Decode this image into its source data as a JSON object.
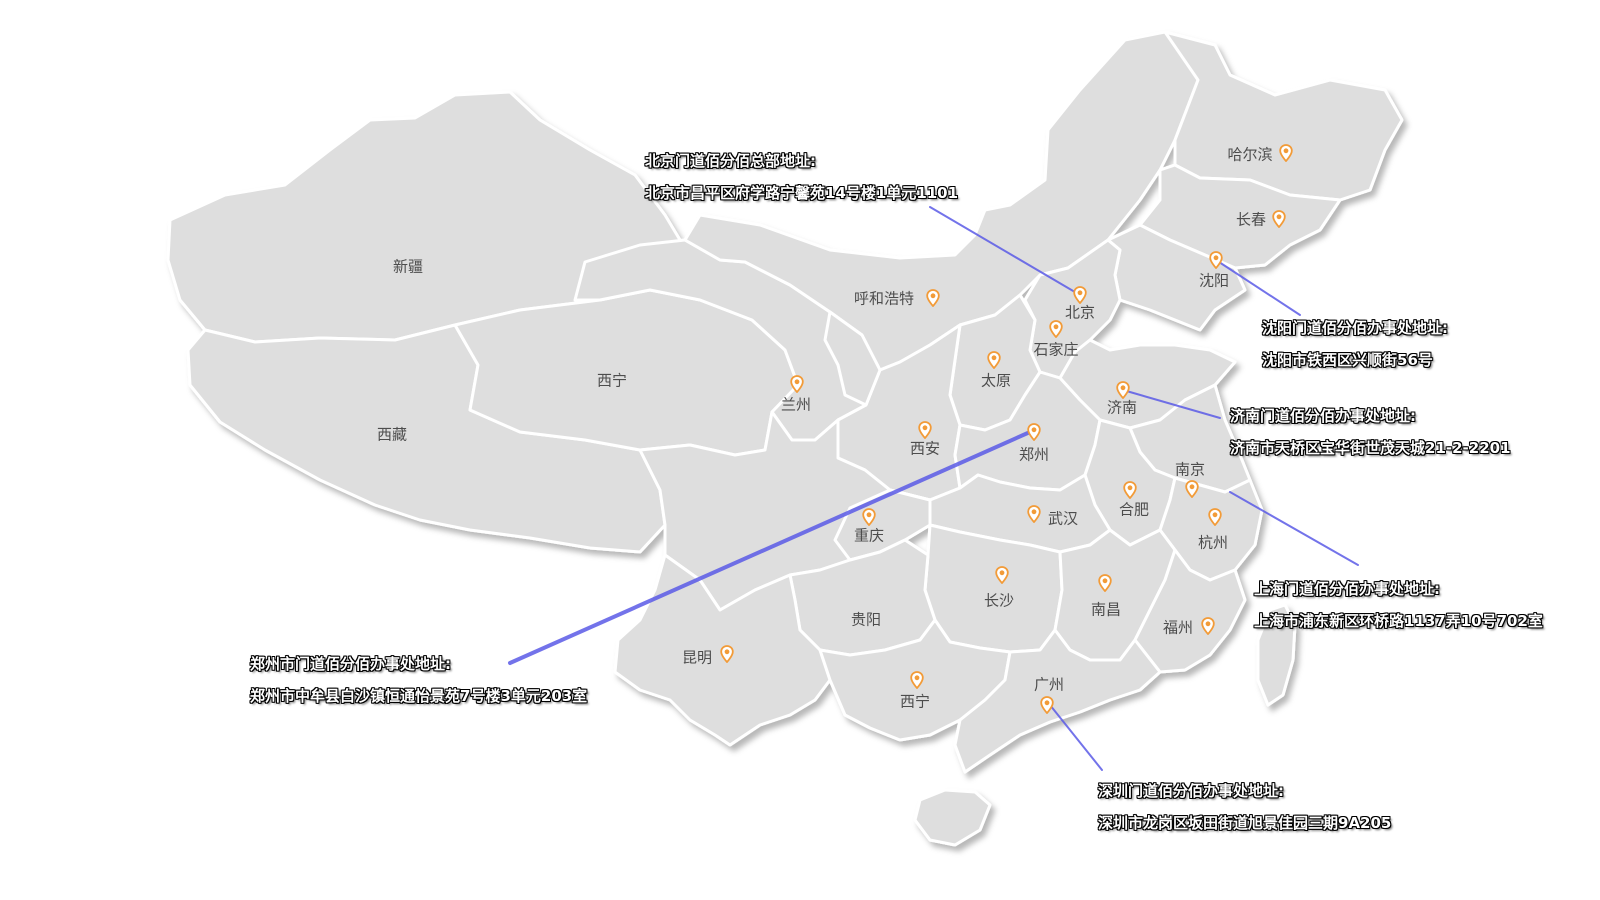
{
  "accent_color": "#f29b38",
  "connector_color": "#5a5ae6",
  "land_color": "#dedede",
  "regions": [
    {
      "label": "新疆",
      "has_pin": false
    },
    {
      "label": "西藏",
      "has_pin": false
    },
    {
      "label": "西宁",
      "has_pin": false
    },
    {
      "label": "呼和浩特",
      "has_pin": true
    },
    {
      "label": "兰州",
      "has_pin": true
    },
    {
      "label": "北京",
      "has_pin": true
    },
    {
      "label": "石家庄",
      "has_pin": true
    },
    {
      "label": "太原",
      "has_pin": true
    },
    {
      "label": "西安",
      "has_pin": true
    },
    {
      "label": "郑州",
      "has_pin": true
    },
    {
      "label": "济南",
      "has_pin": true
    },
    {
      "label": "哈尔滨",
      "has_pin": true
    },
    {
      "label": "长春",
      "has_pin": true
    },
    {
      "label": "沈阳",
      "has_pin": true
    },
    {
      "label": "南京",
      "has_pin": true
    },
    {
      "label": "合肥",
      "has_pin": true
    },
    {
      "label": "杭州",
      "has_pin": true
    },
    {
      "label": "武汉",
      "has_pin": true
    },
    {
      "label": "重庆",
      "has_pin": true
    },
    {
      "label": "长沙",
      "has_pin": true
    },
    {
      "label": "南昌",
      "has_pin": true
    },
    {
      "label": "福州",
      "has_pin": true
    },
    {
      "label": "贵阳",
      "has_pin": false
    },
    {
      "label": "昆明",
      "has_pin": true
    },
    {
      "label": "西宁",
      "has_pin": true
    },
    {
      "label": "广州",
      "has_pin": true
    }
  ],
  "callouts": [
    {
      "title": "北京门道佰分佰总部地址:",
      "address": "北京市昌平区府学路宁馨苑14号楼1单元1101"
    },
    {
      "title": "沈阳门道佰分佰办事处地址:",
      "address": "沈阳市铁西区兴顺街56号"
    },
    {
      "title": "济南门道佰分佰办事处地址:",
      "address": "济南市天桥区宝华街世茂天城21-2-2201"
    },
    {
      "title": "上海门道佰分佰办事处地址:",
      "address": "上海市浦东新区环桥路1137弄10号702室"
    },
    {
      "title": "郑州市门道佰分佰办事处地址:",
      "address": "郑州市中牟县白沙镇恒通怡景苑7号楼3单元203室"
    },
    {
      "title": "深圳门道佰分佰办事处地址:",
      "address": "深圳市龙岗区坂田街道旭景佳园三期9A205"
    }
  ]
}
